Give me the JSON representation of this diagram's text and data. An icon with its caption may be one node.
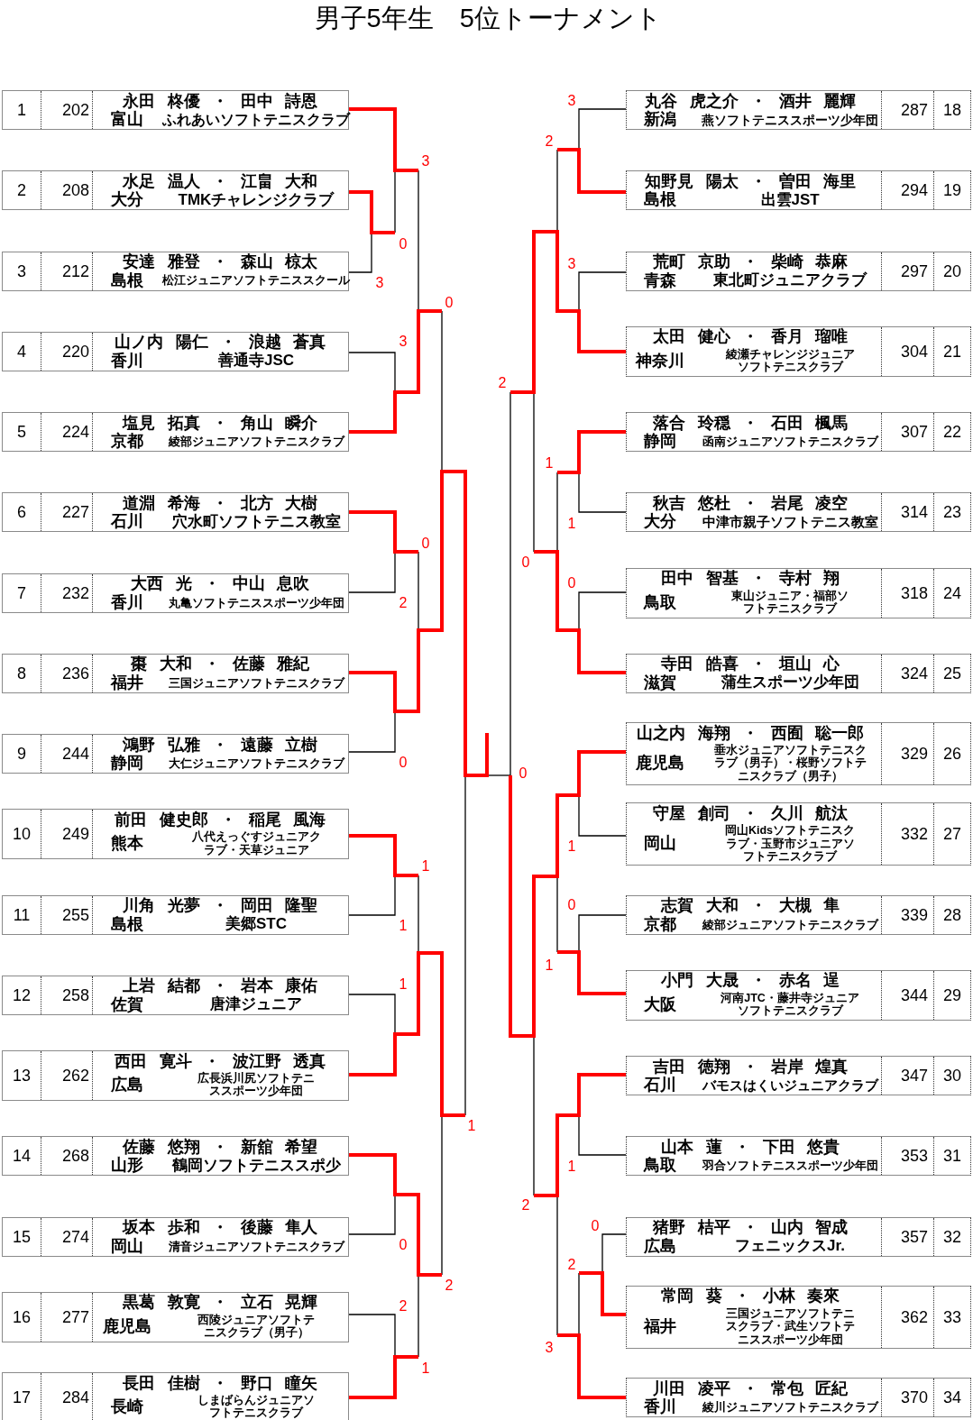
{
  "diagram": {
    "title": "男子5年生　5位トーナメント",
    "nodes": [
      {
        "text": [
          "1",
          "202",
          "永田 柊優 ・ 田中 詩恩",
          "富山",
          "ふれあいソフトテニスクラブ"
        ]
      },
      {
        "text": [
          "2",
          "208",
          "水足 温人 ・ 江畠 大和",
          "大分",
          "TMKチャレンジクラブ"
        ]
      },
      {
        "text": [
          "3",
          "212",
          "安達 雅登 ・ 森山 椋太",
          "島根",
          "松江ジュニアソフトテニススクール"
        ]
      },
      {
        "text": [
          "4",
          "220",
          "山ノ内 陽仁 ・ 浪越 蒼真",
          "香川",
          "善通寺JSC"
        ]
      },
      {
        "text": [
          "5",
          "224",
          "塩見 拓真 ・ 角山 瞬介",
          "京都",
          "綾部ジュニアソフトテニスクラブ"
        ]
      },
      {
        "text": [
          "6",
          "227",
          "道淵 希海 ・ 北方 大樹",
          "石川",
          "穴水町ソフトテニス教室"
        ]
      },
      {
        "text": [
          "7",
          "232",
          "大西 光 ・ 中山 息吹",
          "香川",
          "丸亀ソフトテニススポーツ少年団"
        ]
      },
      {
        "text": [
          "8",
          "236",
          "棗 大和 ・ 佐藤 雅紀",
          "福井",
          "三国ジュニアソフトテニスクラブ"
        ]
      },
      {
        "text": [
          "9",
          "244",
          "鴻野 弘雅 ・ 遠藤 立樹",
          "静岡",
          "大仁ジュニアソフトテニスクラブ"
        ]
      },
      {
        "text": [
          "10",
          "249",
          "前田 健史郎 ・ 稲尾 風海",
          "熊本",
          "八代えっぐすジュニアクラブ・天草ジュニア"
        ]
      },
      {
        "text": [
          "11",
          "255",
          "川角 光夢 ・ 岡田 隆聖",
          "島根",
          "美郷STC"
        ]
      },
      {
        "text": [
          "12",
          "258",
          "上岩 結都 ・ 岩本 康佑",
          "佐賀",
          "唐津ジュニア"
        ]
      },
      {
        "text": [
          "13",
          "262",
          "西田 寛斗 ・ 波江野 透真",
          "広島",
          "広長浜川尻ソフトテニススポーツ少年団"
        ]
      },
      {
        "text": [
          "14",
          "268",
          "佐藤 悠翔 ・ 新舘 希望",
          "山形",
          "鶴岡ソフトテニススポ少"
        ]
      },
      {
        "text": [
          "15",
          "274",
          "坂本 歩和 ・ 後藤 隼人",
          "岡山",
          "清音ジュニアソフトテニスクラブ"
        ]
      },
      {
        "text": [
          "16",
          "277",
          "黒葛 敦寛 ・ 立石 晃輝",
          "鹿児島",
          "西陵ジュニアソフトテニスクラブ（男子）"
        ]
      },
      {
        "text": [
          "17",
          "284",
          "長田 佳樹 ・ 野口 瞳矢",
          "長崎",
          "しまばらんジュニアソフトテニスクラブ"
        ]
      },
      {
        "text": [
          "丸谷 虎之介 ・ 酒井 麗輝",
          "新潟",
          "燕ソフトテニススポーツ少年団",
          "287",
          "18"
        ]
      },
      {
        "text": [
          "知野見 陽太 ・ 曽田 海里",
          "島根",
          "出雲JST",
          "294",
          "19"
        ]
      },
      {
        "text": [
          "荒町 京助 ・ 柴崎 恭麻",
          "青森",
          "東北町ジュニアクラブ",
          "297",
          "20"
        ]
      },
      {
        "text": [
          "太田 健心 ・ 香月 瑠唯",
          "神奈川",
          "綾瀬チャレンジジュニアソフトテニスクラブ",
          "304",
          "21"
        ]
      },
      {
        "text": [
          "落合 玲穏 ・ 石田 楓馬",
          "静岡",
          "函南ジュニアソフトテニスクラブ",
          "307",
          "22"
        ]
      },
      {
        "text": [
          "秋吉 悠杜 ・ 岩尾 凌空",
          "大分",
          "中津市親子ソフトテニス教室",
          "314",
          "23"
        ]
      },
      {
        "text": [
          "田中 智基 ・ 寺村 翔",
          "鳥取",
          "東山ジュニア・福部ソフトテニスクラブ",
          "318",
          "24"
        ]
      },
      {
        "text": [
          "寺田 皓喜 ・ 垣山 心",
          "滋賀",
          "蒲生スポーツ少年団",
          "324",
          "25"
        ]
      },
      {
        "text": [
          "山之内 海翔 ・ 西囿 聡一郎",
          "鹿児島",
          "垂水ジュニアソフトテニスクラブ（男子）・桜野ソフトテニスクラブ（男子）",
          "329",
          "26"
        ]
      },
      {
        "text": [
          "守屋 創司 ・ 久川 航汰",
          "岡山",
          "岡山Kidsソフトテニスクラブ・玉野市ジュニアソフトテニスクラブ",
          "332",
          "27"
        ]
      },
      {
        "text": [
          "志賀 大和 ・ 大槻 隼",
          "京都",
          "綾部ジュニアソフトテニスクラブ",
          "339",
          "28"
        ]
      },
      {
        "text": [
          "小門 大晟 ・ 赤名 逞",
          "大阪",
          "河南JTC・藤井寺ジュニアソフトテニスクラブ",
          "344",
          "29"
        ]
      },
      {
        "text": [
          "吉田 徳翔 ・ 岩岸 煌真",
          "石川",
          "バモスはくいジュニアクラブ",
          "347",
          "30"
        ]
      },
      {
        "text": [
          "山本 蓮 ・ 下田 悠貴",
          "鳥取",
          "羽合ソフトテニススポーツ少年団",
          "353",
          "31"
        ]
      },
      {
        "text": [
          "猪野 桔平 ・ 山内 智成",
          "広島",
          "フェニックスJr.",
          "357",
          "32"
        ]
      },
      {
        "text": [
          "常岡 葵 ・ 小林 奏來",
          "福井",
          "三国ジュニアソフトテニスクラブ・武生ソフトテニススポーツ少年団",
          "362",
          "33"
        ]
      },
      {
        "text": [
          "川田 凌平 ・ 常包 匠紀",
          "香川",
          "綾川ジュニアソフトテニスクラブ",
          "370",
          "34"
        ]
      }
    ],
    "labels": [
      "3",
      "2",
      "3",
      "0",
      "3",
      "3",
      "0",
      "3",
      "2",
      "1",
      "1",
      "0",
      "0",
      "0",
      "2",
      "0",
      "0",
      "1",
      "1",
      "0",
      "1",
      "1",
      "1",
      "1",
      "1",
      "2",
      "0",
      "0",
      "2",
      "2",
      "2",
      "3",
      "1"
    ]
  }
}
